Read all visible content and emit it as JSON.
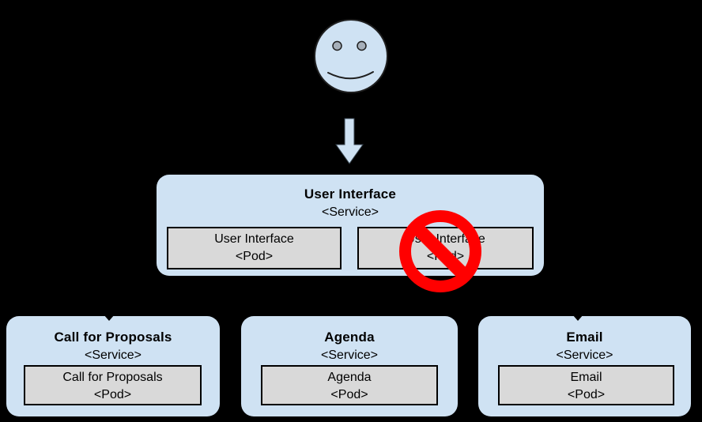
{
  "diagram": {
    "ui_service": {
      "title": "User Interface",
      "type_label": "<Service>",
      "pods": [
        {
          "title": "User Interface",
          "type_label": "<Pod>",
          "status": "running"
        },
        {
          "title": "User Interface",
          "type_label": "<Pod>",
          "status": "unavailable"
        }
      ]
    },
    "services": [
      {
        "title": "Call for Proposals",
        "type_label": "<Service>",
        "pod": {
          "title": "Call for Proposals",
          "type_label": "<Pod>"
        }
      },
      {
        "title": "Agenda",
        "type_label": "<Service>",
        "pod": {
          "title": "Agenda",
          "type_label": "<Pod>"
        }
      },
      {
        "title": "Email",
        "type_label": "<Service>",
        "pod": {
          "title": "Email",
          "type_label": "<Pod>"
        }
      }
    ],
    "icons": {
      "user": "smiley-face-icon",
      "request_arrow": "down-arrow-icon",
      "unavailable": "no-entry-icon"
    },
    "colors": {
      "background": "#000000",
      "service_fill": "#cfe2f3",
      "pod_fill": "#d9d9d9",
      "pod_border": "#000000",
      "prohibited_red": "#ff0000"
    }
  }
}
